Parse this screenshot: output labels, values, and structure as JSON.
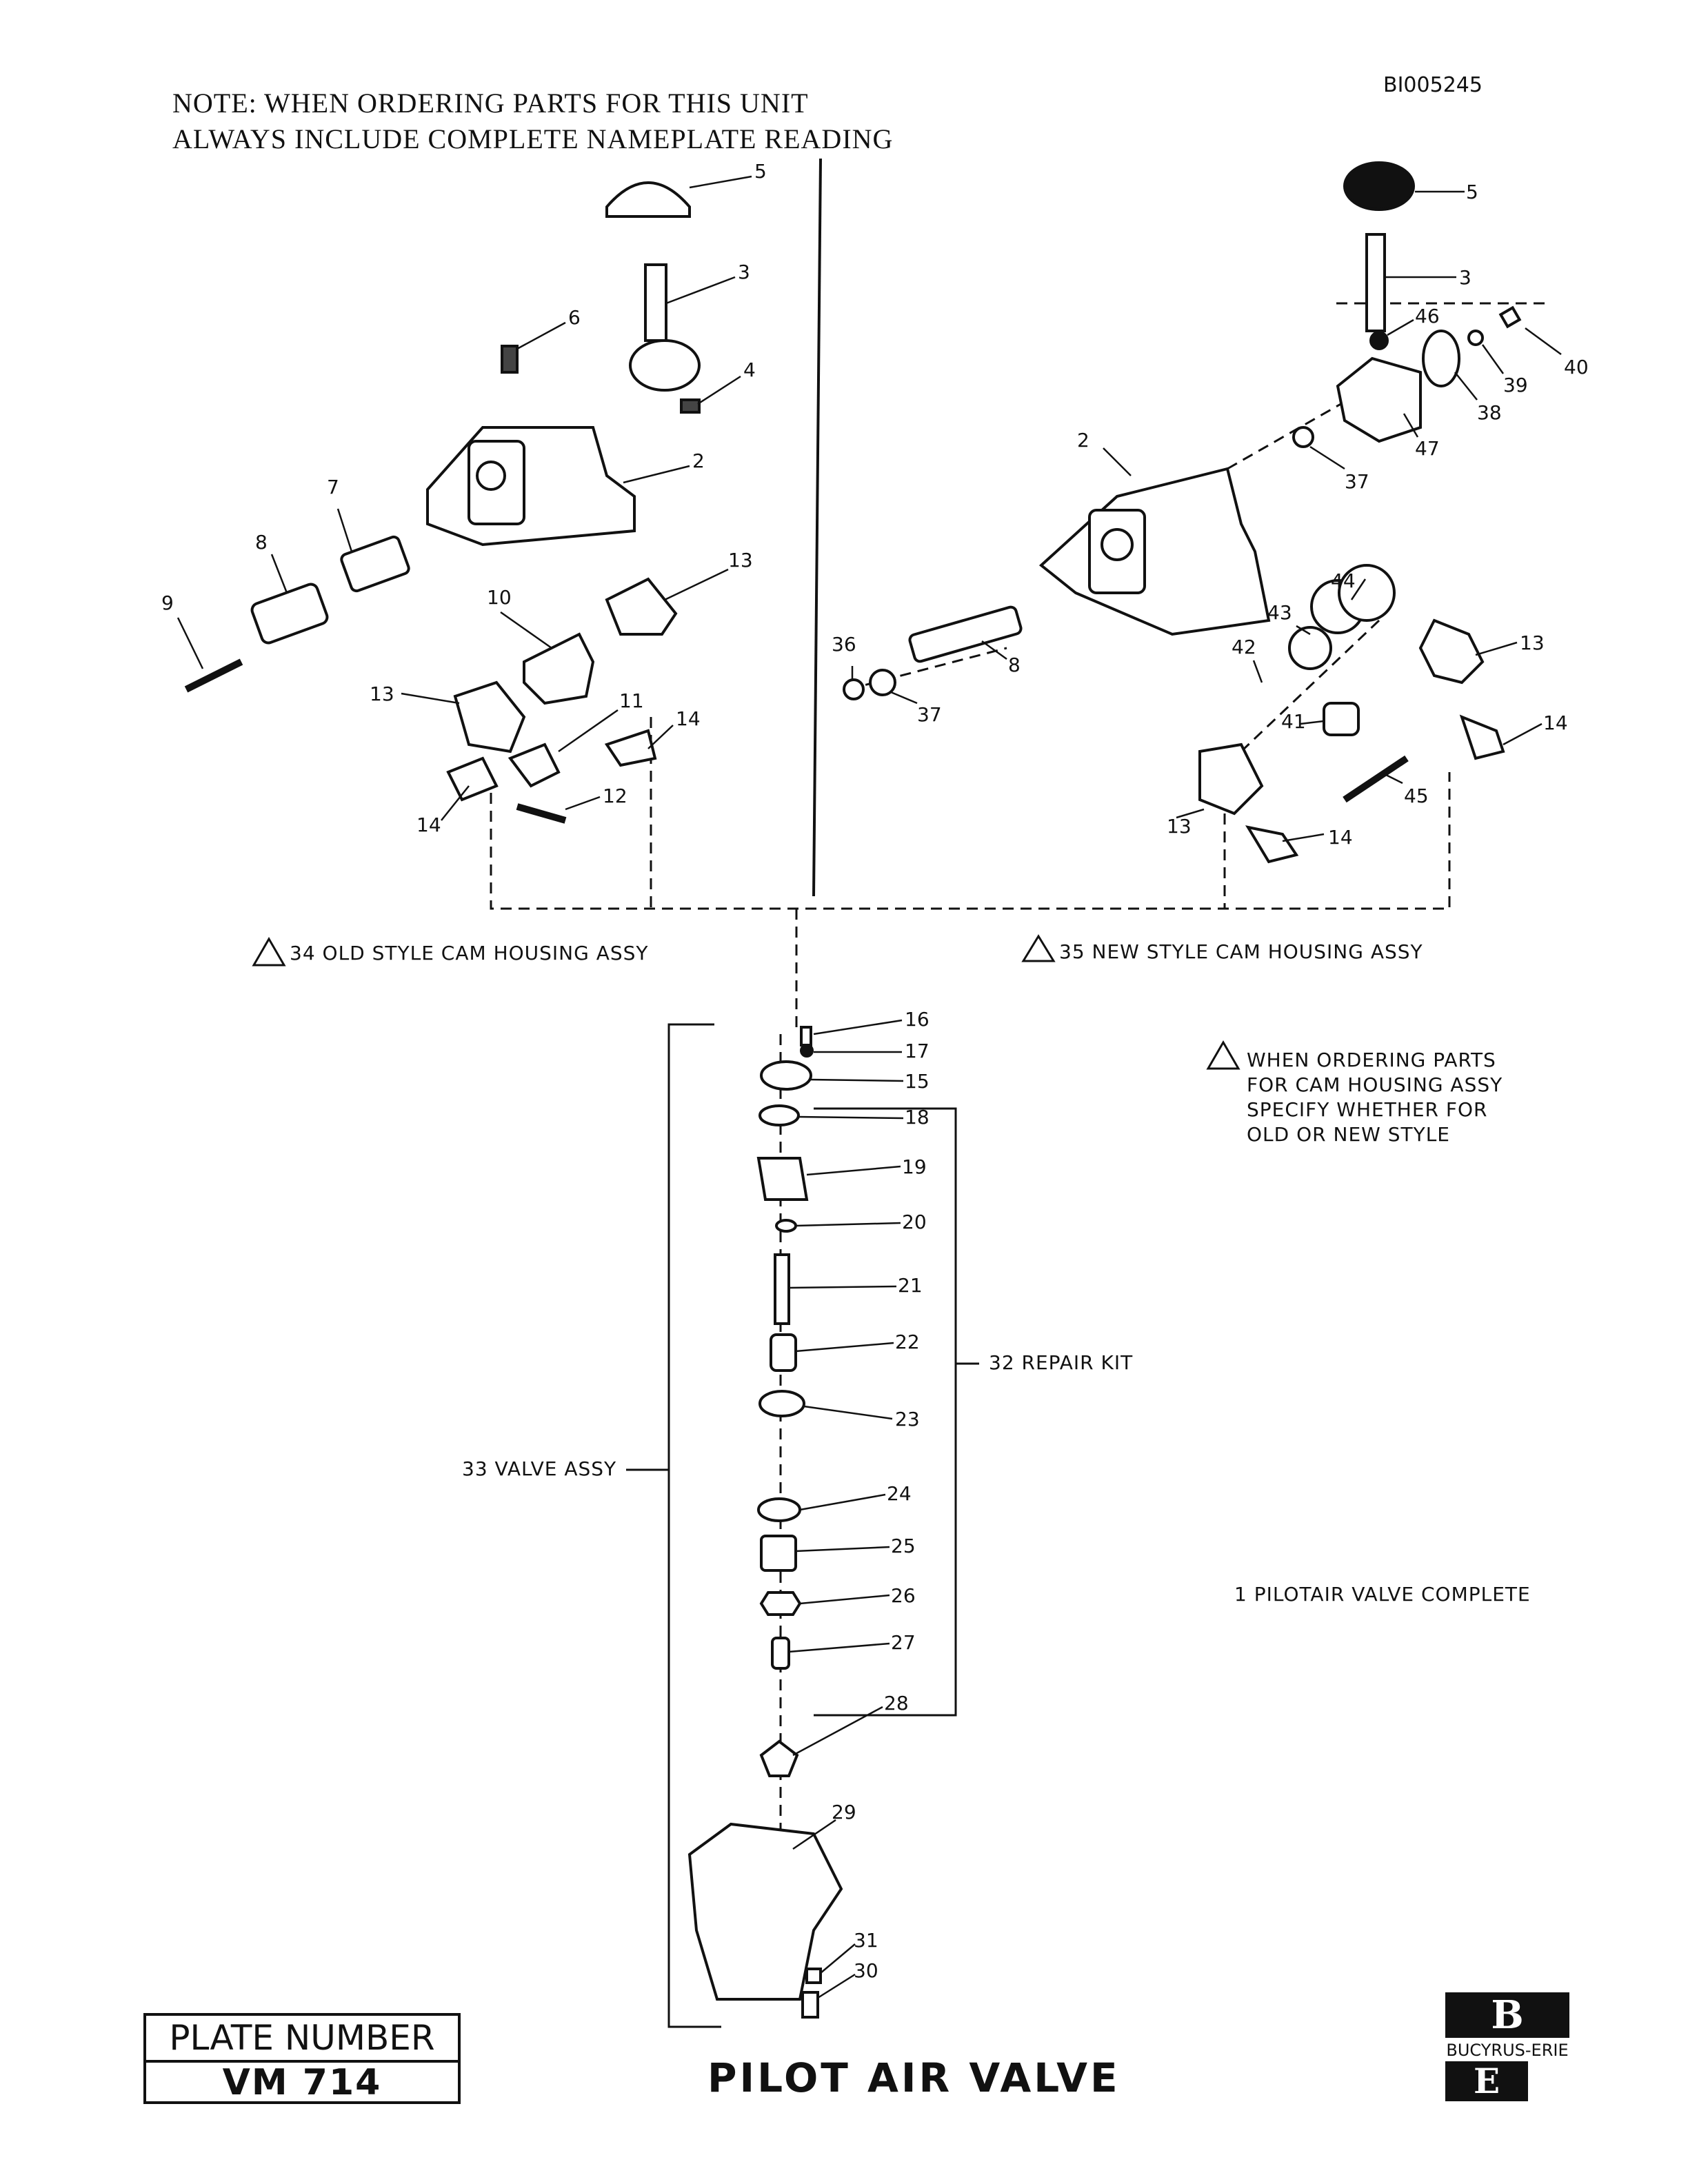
{
  "doc_id": "BI005245",
  "note": {
    "line1": "NOTE:   WHEN ORDERING PARTS FOR THIS UNIT",
    "line2": "ALWAYS INCLUDE COMPLETE NAMEPLATE READING"
  },
  "assemblies": {
    "old_style": "34 OLD STYLE CAM HOUSING ASSY",
    "new_style": "35 NEW STYLE CAM HOUSING ASSY"
  },
  "callout_note": {
    "line1": "WHEN ORDERING PARTS",
    "line2": "FOR CAM HOUSING ASSY",
    "line3": "SPECIFY WHETHER FOR",
    "line4": "OLD OR NEW STYLE"
  },
  "kit_labels": {
    "repair_kit": "32 REPAIR KIT",
    "valve_assy": "33 VALVE ASSY",
    "complete": "1 PILOTAIR VALVE COMPLETE"
  },
  "part_numbers": {
    "left": [
      "5",
      "3",
      "6",
      "4",
      "2",
      "7",
      "8",
      "9",
      "10",
      "13",
      "13",
      "11",
      "14",
      "14",
      "12"
    ],
    "right": [
      "5",
      "3",
      "46",
      "40",
      "39",
      "38",
      "47",
      "37",
      "2",
      "44",
      "43",
      "13",
      "42",
      "41",
      "36",
      "37",
      "8",
      "14",
      "45",
      "13",
      "14"
    ],
    "valve": [
      "16",
      "17",
      "15",
      "18",
      "19",
      "20",
      "21",
      "22",
      "23",
      "24",
      "25",
      "26",
      "27",
      "28",
      "29",
      "31",
      "30"
    ]
  },
  "plate": {
    "label": "PLATE NUMBER",
    "number": "VM 714"
  },
  "title": "PILOT AIR VALVE",
  "brand": {
    "top": "B",
    "bottom": "E",
    "name": "BUCYRUS-ERIE"
  }
}
